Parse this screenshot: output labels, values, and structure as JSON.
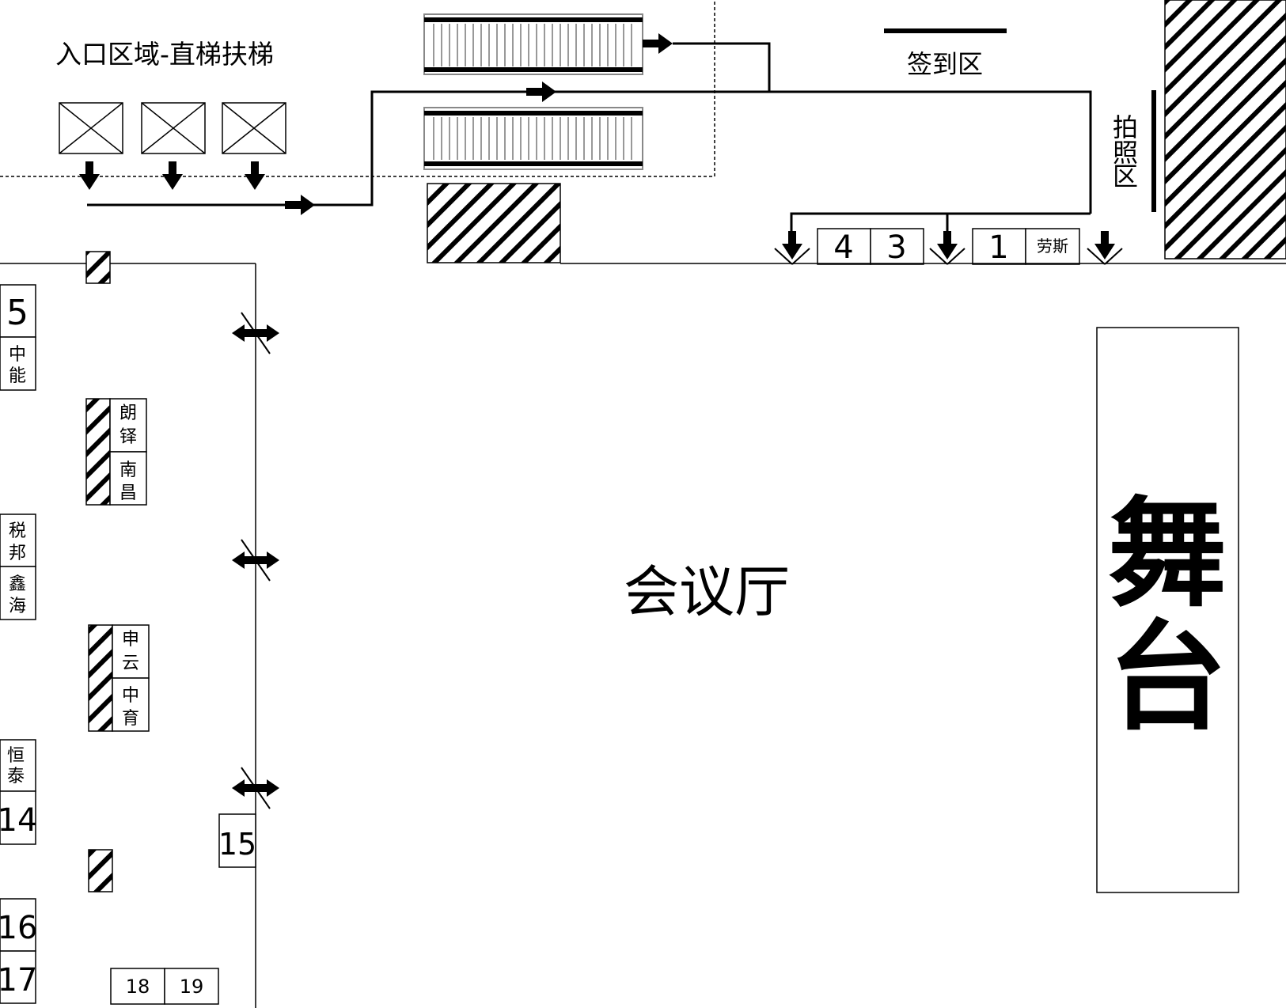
{
  "labels": {
    "entrance_area": "入口区域-直梯扶梯",
    "sign_in": "签到区",
    "photo_zone": [
      "拍",
      "照",
      "区"
    ],
    "hall": "会议厅",
    "stage": [
      "舞",
      "台"
    ]
  },
  "booths": {
    "b4": "4",
    "b3": "3",
    "b1": "1",
    "laosi": "劳斯",
    "b5": "5",
    "zhongneng": [
      "中",
      "能"
    ],
    "langyi": [
      "朗",
      "铎"
    ],
    "nanchang": [
      "南",
      "昌"
    ],
    "shuibang": [
      "税",
      "邦"
    ],
    "xinhai": [
      "鑫",
      "海"
    ],
    "shenyun": [
      "申",
      "云"
    ],
    "zhongyu": [
      "中",
      "育"
    ],
    "hengtai": [
      "恒",
      "泰"
    ],
    "b14": "14",
    "b15": "15",
    "b16": "16",
    "b17": "17",
    "b18": "18",
    "b19": "19"
  }
}
